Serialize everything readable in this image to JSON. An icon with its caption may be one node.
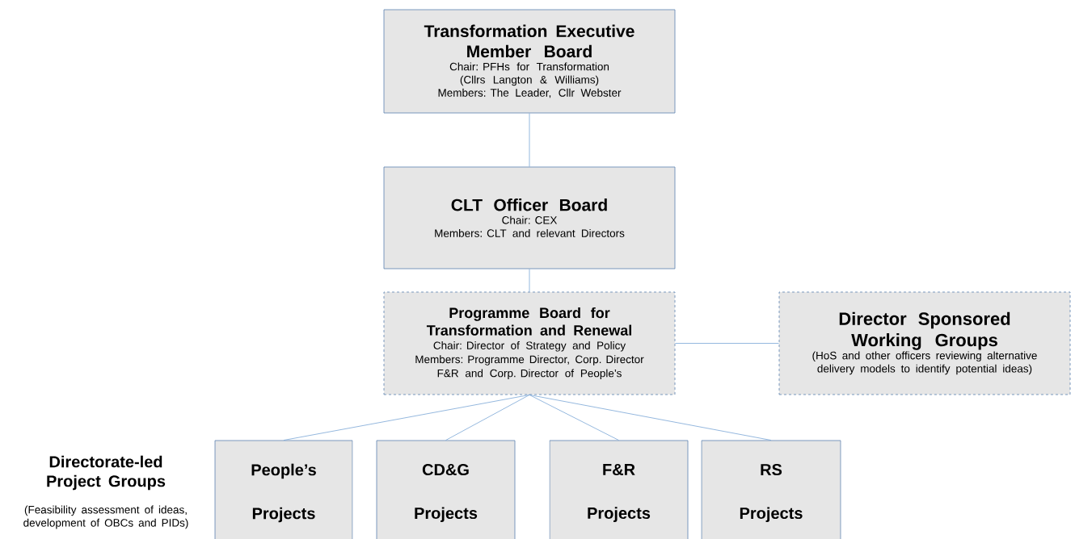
{
  "diagram": {
    "nodes": [
      {
        "text": [
          "Transformation Executive Member Board",
          "Chair: PFHs for Transformation",
          "(Cllrs Langton & Williams)",
          "Members: The Leader, Cllr Webster"
        ]
      },
      {
        "text": [
          "CLT Officer Board",
          "Chair: CEX",
          "Members: CLT and relevant Directors"
        ]
      },
      {
        "text": [
          "Programme Board for Transformation and Renewal",
          "Chair: Director of Strategy and Policy",
          "Members: Programme Director, Corp. Director",
          "F&R and Corp. Director of People’s"
        ]
      },
      {
        "text": [
          "Director Sponsored Working Groups",
          "(HoS and other officers reviewing alternative",
          "delivery models to identify potential ideas)"
        ]
      },
      {
        "text": [
          "People’s",
          "Projects"
        ]
      },
      {
        "text": [
          "CD&G",
          "Projects"
        ]
      },
      {
        "text": [
          "F&R",
          "Projects"
        ]
      },
      {
        "text": [
          "RS",
          "Projects"
        ]
      }
    ],
    "edges": [
      {
        "from": 0,
        "to": 1,
        "arrow": "none"
      },
      {
        "from": 1,
        "to": 2,
        "arrow": "none"
      },
      {
        "from": 2,
        "to": 3,
        "arrow": "none"
      },
      {
        "from": 2,
        "to": 4,
        "arrow": "none"
      },
      {
        "from": 2,
        "to": 5,
        "arrow": "none"
      },
      {
        "from": 2,
        "to": 6,
        "arrow": "none"
      },
      {
        "from": 2,
        "to": 7,
        "arrow": "none"
      }
    ],
    "labels": [
      "Directorate-led Project Groups",
      "(Feasibility assessment of ideas, development of OBCs and PIDs)"
    ]
  }
}
